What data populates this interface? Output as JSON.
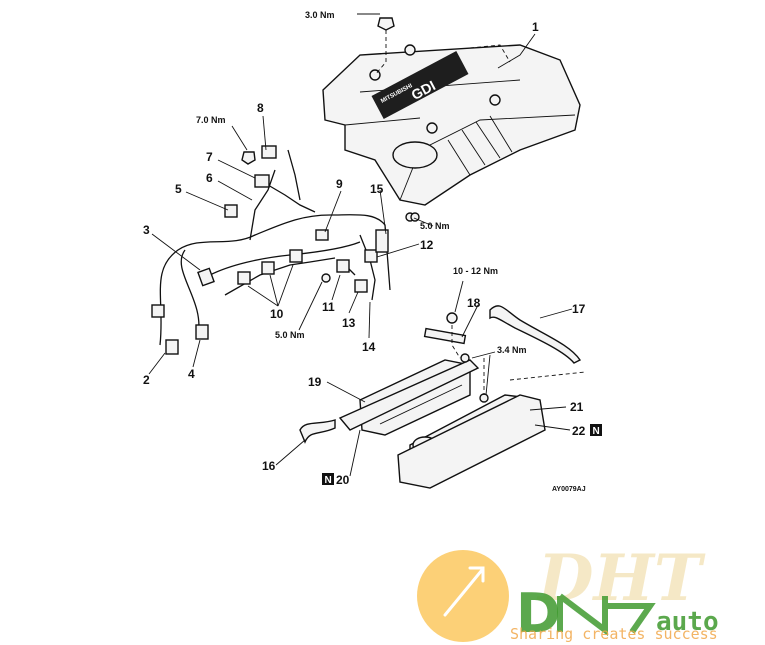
{
  "diagram": {
    "parts": [
      {
        "id": "1",
        "label": "1"
      },
      {
        "id": "2",
        "label": "2"
      },
      {
        "id": "3",
        "label": "3"
      },
      {
        "id": "4",
        "label": "4"
      },
      {
        "id": "5",
        "label": "5"
      },
      {
        "id": "6",
        "label": "6"
      },
      {
        "id": "7",
        "label": "7"
      },
      {
        "id": "8",
        "label": "8"
      },
      {
        "id": "9",
        "label": "9"
      },
      {
        "id": "10",
        "label": "10"
      },
      {
        "id": "11",
        "label": "11"
      },
      {
        "id": "12",
        "label": "12"
      },
      {
        "id": "13",
        "label": "13"
      },
      {
        "id": "14",
        "label": "14"
      },
      {
        "id": "15",
        "label": "15"
      },
      {
        "id": "16",
        "label": "16"
      },
      {
        "id": "17",
        "label": "17"
      },
      {
        "id": "18",
        "label": "18"
      },
      {
        "id": "19",
        "label": "19"
      },
      {
        "id": "20",
        "label": "20"
      },
      {
        "id": "21",
        "label": "21"
      },
      {
        "id": "22",
        "label": "22"
      }
    ],
    "torques": {
      "cover_bolt": "3.0 Nm",
      "bracket_bolt": "7.0 Nm",
      "harness_bolt": "5.0 Nm",
      "clamp_bolt": "5.0 Nm",
      "pcv_bolt": "10 - 12 Nm",
      "rocker_bolt": "3.4 Nm"
    },
    "badge_symbol": "N",
    "cover_text": {
      "brand": "MITSUBISHI",
      "engine": "GDI"
    },
    "figure_code": "AY0079AJ"
  },
  "watermark": {
    "big": "DHT",
    "brand_mark": "D",
    "brand_word": "auto",
    "tagline": "Sharing creates success",
    "colors": {
      "circle": "#fbc04a",
      "green": "#3f9a2f",
      "orange": "#f1a84a"
    }
  }
}
